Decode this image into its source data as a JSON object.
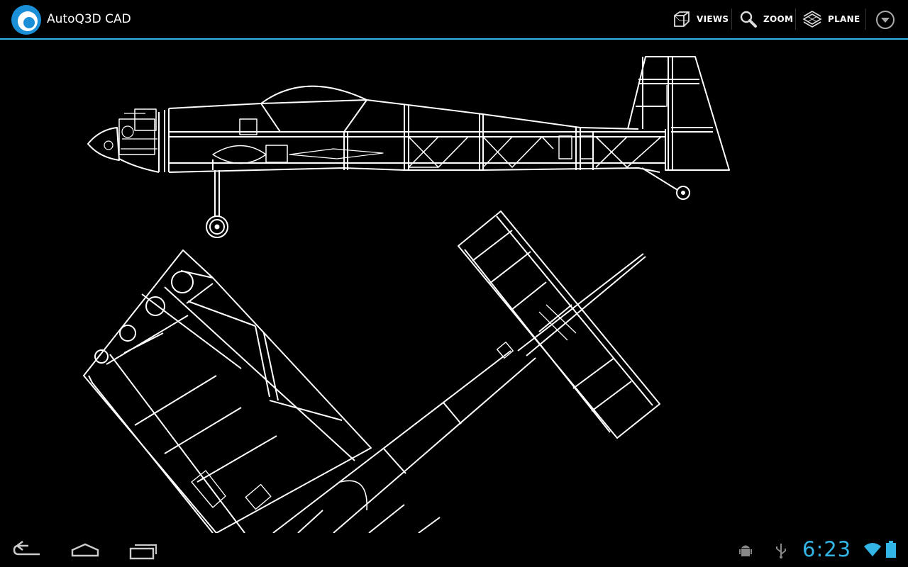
{
  "app": {
    "title": "AutoQ3D CAD"
  },
  "actions": {
    "views": {
      "label": "VIEWS",
      "icon": "cube-icon"
    },
    "zoom": {
      "label": "ZOOM",
      "icon": "magnifier-icon"
    },
    "plane": {
      "label": "PLANE",
      "icon": "plane-layers-icon"
    },
    "overflow": {
      "icon": "chevron-down-circle-icon"
    }
  },
  "status": {
    "time": "6:23"
  },
  "colors": {
    "accent": "#33b5e5",
    "drawing": "#ffffff",
    "background": "#000000"
  }
}
